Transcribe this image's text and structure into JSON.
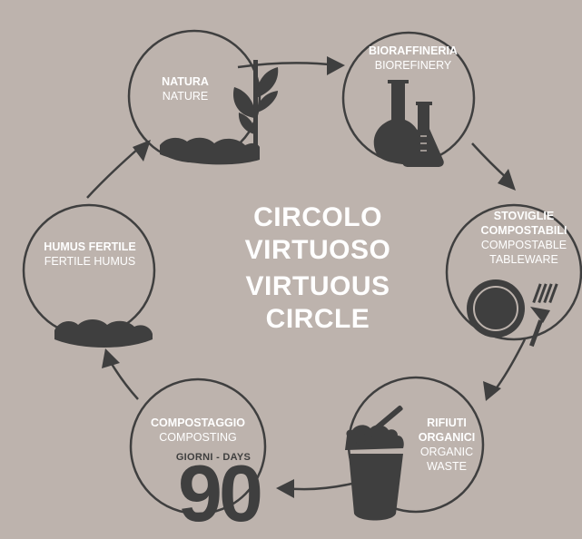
{
  "center": {
    "line1": "CIRCOLO",
    "line2": "VIRTUOSO",
    "line3": "VIRTUOUS",
    "line4": "CIRCLE"
  },
  "stages": [
    {
      "id": "natura",
      "it": "NATURA",
      "en": "NATURE",
      "icon": "plant-seedling-icon"
    },
    {
      "id": "bioraffineria",
      "it": "BIORAFFINERIA",
      "en": "BIOREFINERY",
      "icon": "lab-flasks-icon"
    },
    {
      "id": "stoviglie",
      "it": "STOVIGLIE COMPOSTABILI",
      "en": "COMPOSTABLE TABLEWARE",
      "icon": "plate-fork-icon"
    },
    {
      "id": "rifiuti",
      "it": "RIFIUTI ORGANICI",
      "en": "ORGANIC WASTE",
      "icon": "compost-bin-icon"
    },
    {
      "id": "compostaggio",
      "it": "COMPOSTAGGIO",
      "en": "COMPOSTING",
      "icon": "days-counter-icon"
    },
    {
      "id": "humus",
      "it": "HUMUS FERTILE",
      "en": "FERTILE HUMUS",
      "icon": "soil-mound-icon"
    }
  ],
  "compostaggio_days": {
    "label": "GIORNI - DAYS",
    "value": "90"
  },
  "colors": {
    "background": "#bdb3ad",
    "ring_stroke": "#3f3f3f",
    "icon_fill": "#3f3f3f",
    "text": "#ffffff"
  }
}
